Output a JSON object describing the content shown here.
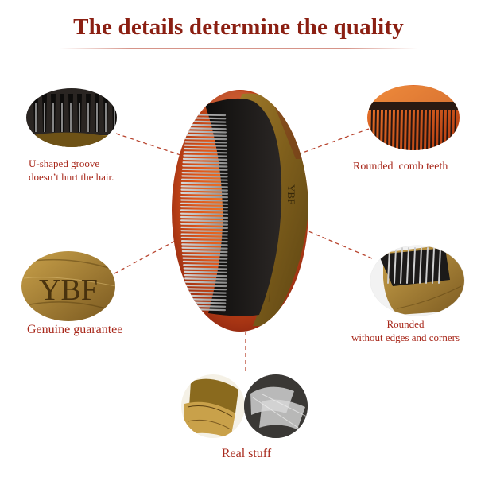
{
  "header": {
    "title": "The details determine the quality"
  },
  "callouts": {
    "groove": {
      "line1": "U-shaped groove",
      "line2": "doesn’t hurt the hair."
    },
    "teeth": {
      "label": "Rounded  comb teeth"
    },
    "logo": {
      "label": "Genuine guarantee",
      "engraving": "YBF"
    },
    "edges": {
      "line1": "Rounded",
      "line2": "without edges and corners"
    },
    "material": {
      "label": "Real stuff"
    }
  },
  "product": {
    "brand_mark": "YBF"
  },
  "colors": {
    "title": "#8b1f12",
    "caption": "#a8281b",
    "leader": "#b8452f",
    "wood": "#8a6a1e",
    "horn": "#1c1a19",
    "background_orange": "#e0561a"
  }
}
